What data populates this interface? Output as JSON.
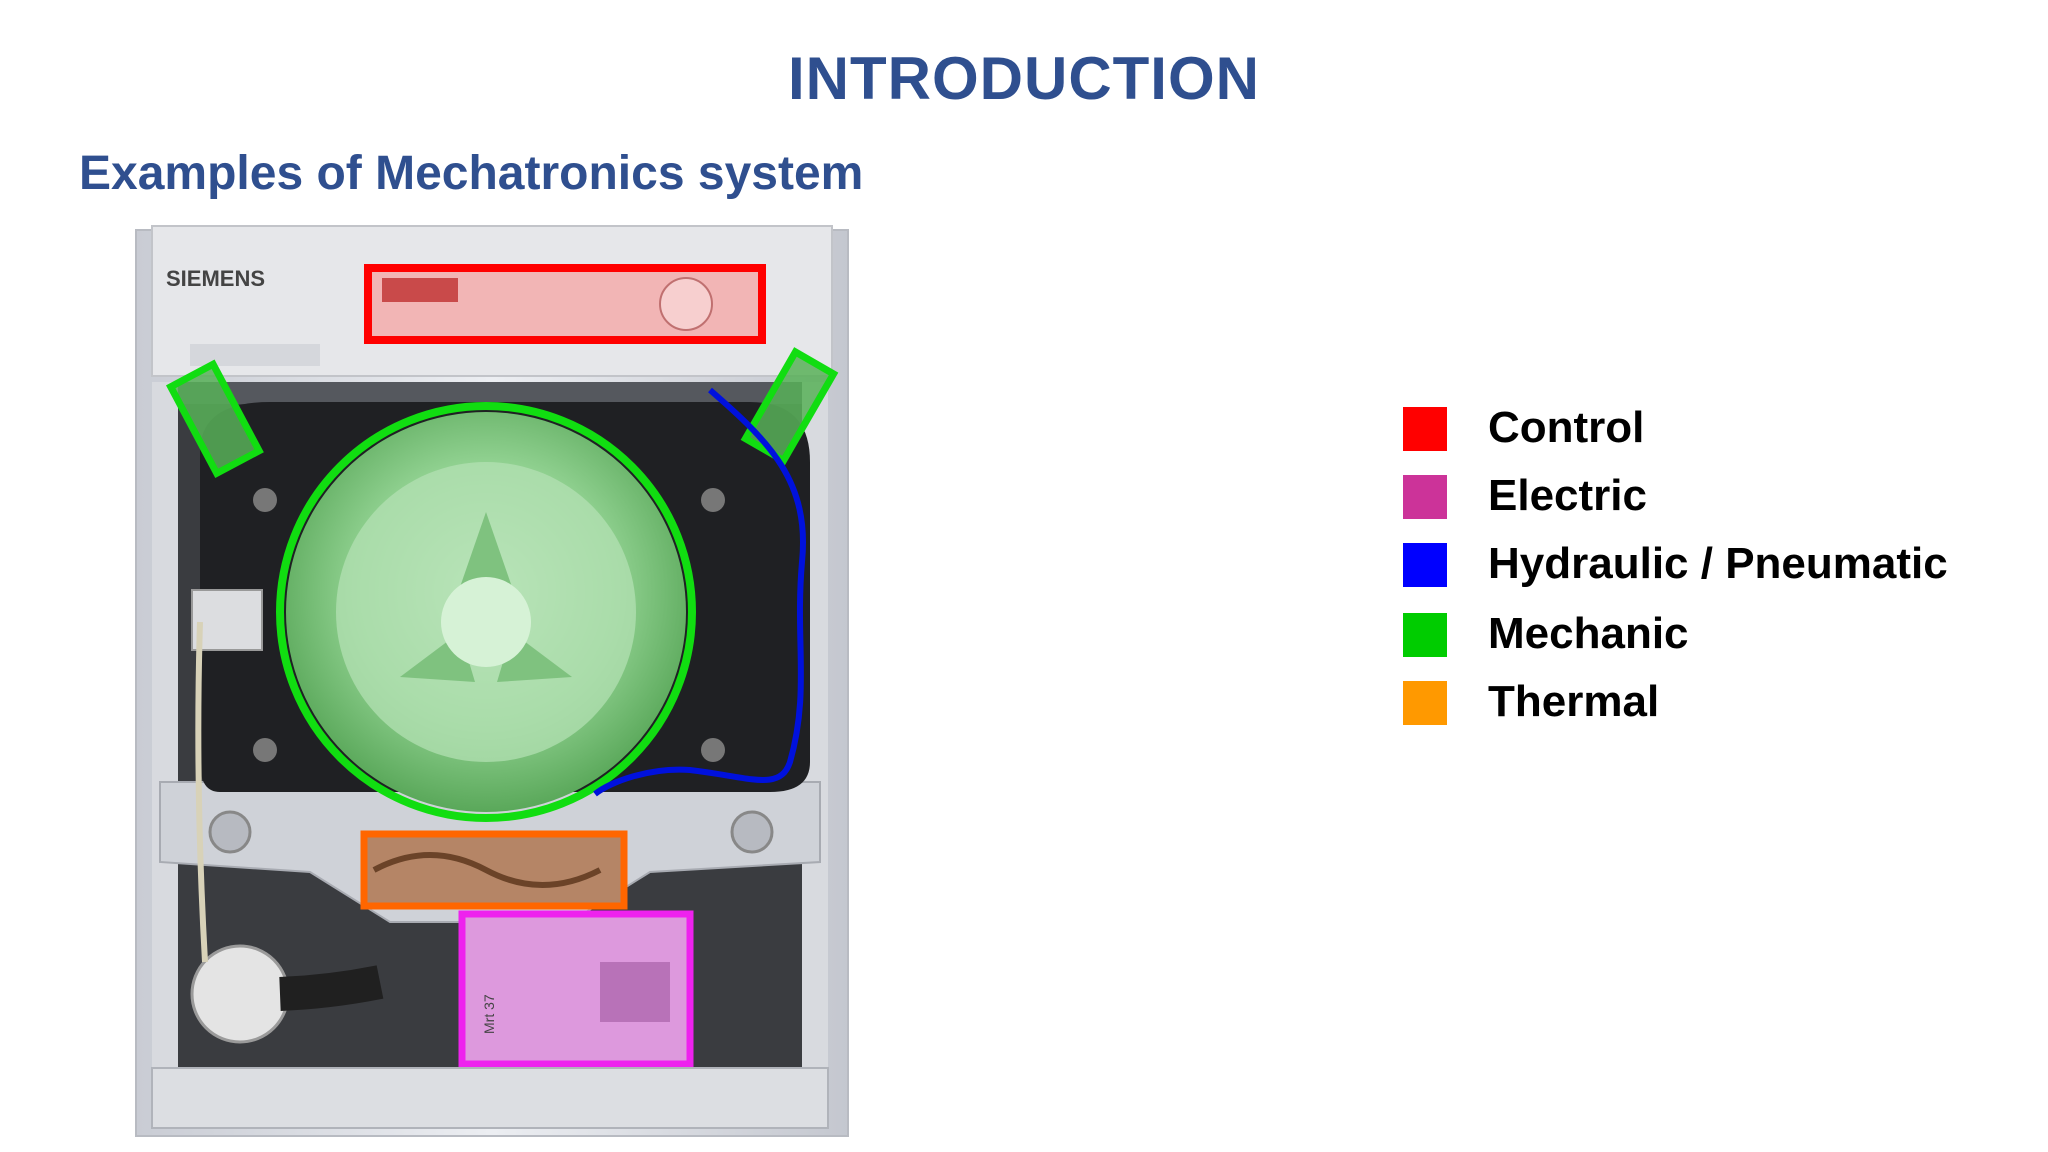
{
  "title": "INTRODUCTION",
  "subtitle": "Examples of Mechatronics system",
  "diagram": {
    "brand_label": "SIEMENS",
    "motor_label": "Mrt 37"
  },
  "legend": [
    {
      "label": "Control",
      "color": "#ff0000"
    },
    {
      "label": "Electric",
      "color": "#cc3399"
    },
    {
      "label": "Hydraulic / Pneumatic",
      "color": "#0000ff"
    },
    {
      "label": "Mechanic",
      "color": "#00cc00"
    },
    {
      "label": "Thermal",
      "color": "#ff9900"
    }
  ],
  "highlight_colors": {
    "control": "#ff0000",
    "electric": "#ee22ee",
    "hydraulic": "#0011dd",
    "mechanic": "#11dd11",
    "thermal": "#ff6600"
  }
}
